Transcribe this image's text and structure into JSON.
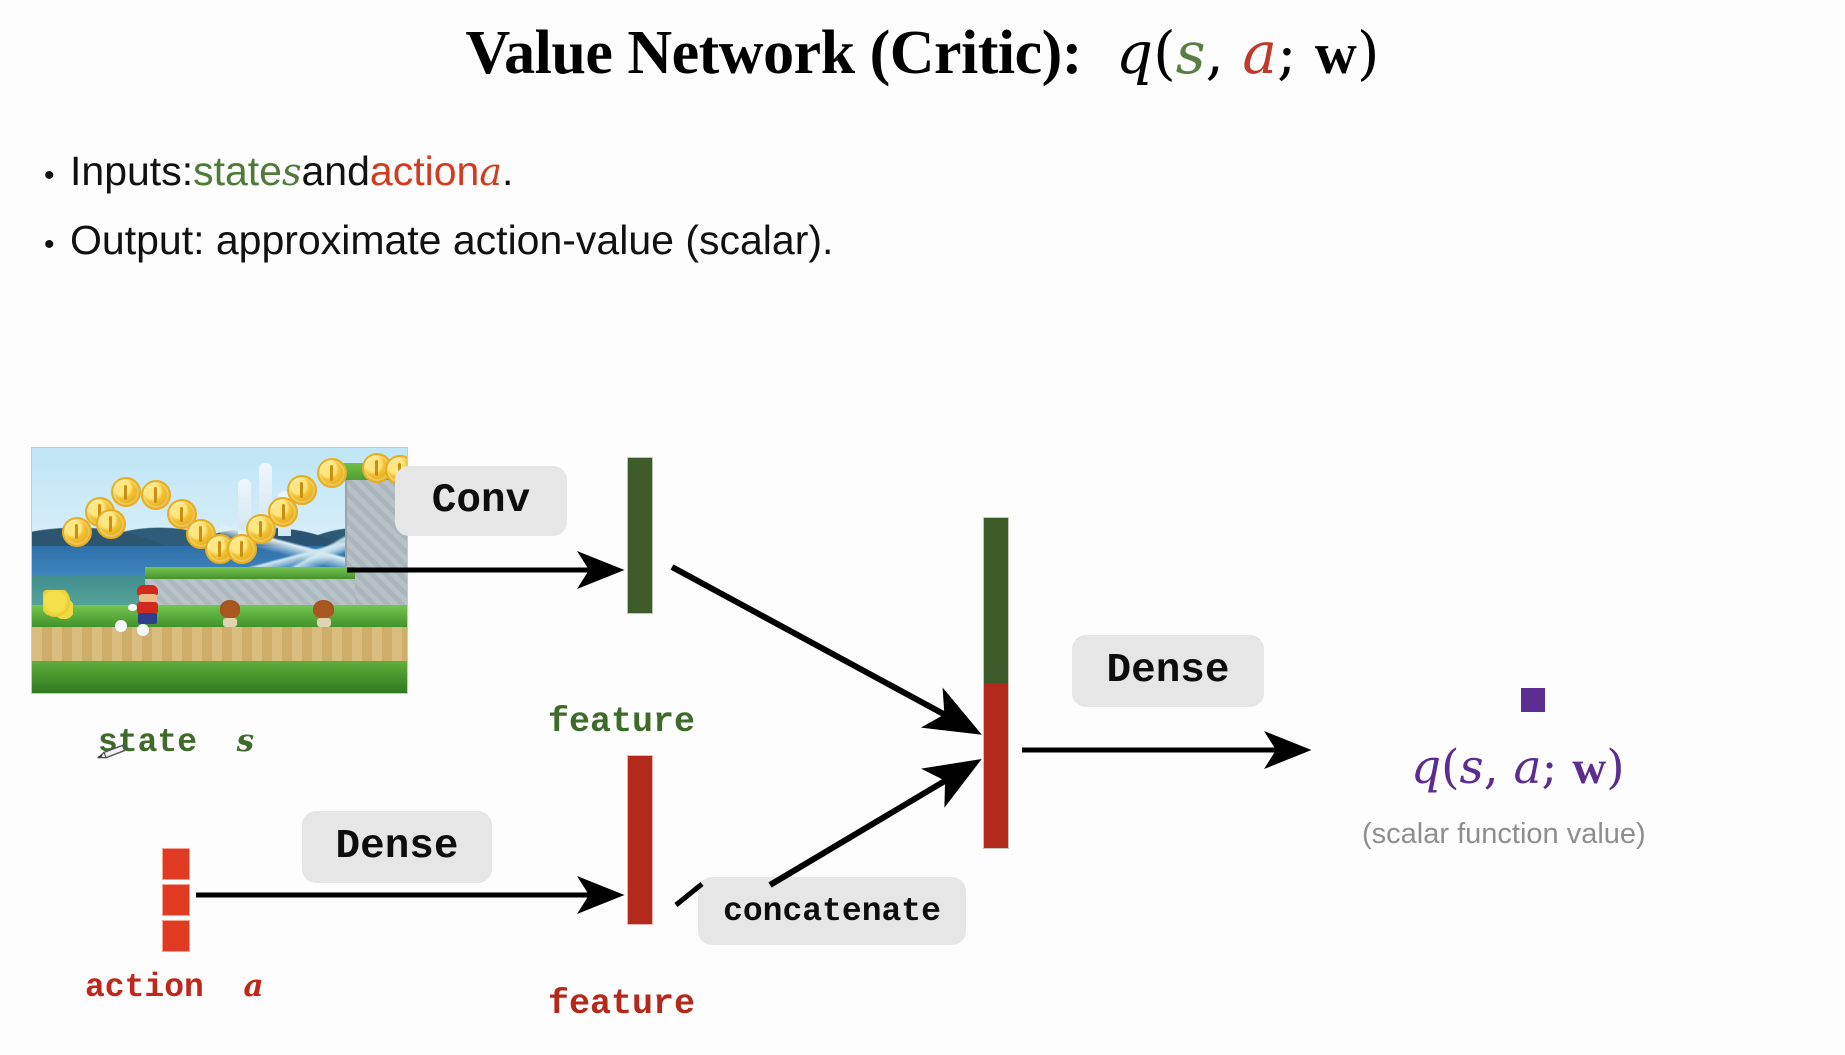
{
  "slide": {
    "title": {
      "main": "Value Network (Critic):",
      "formula": {
        "q": "q",
        "open": "(",
        "s": "s",
        "comma": ",",
        "a": "a",
        "semi": ";",
        "w": "w",
        "close": ")"
      }
    },
    "bullets": [
      {
        "marker": "•",
        "parts": [
          {
            "text": "Inputs: ",
            "color": "#111111"
          },
          {
            "text": "state ",
            "color": "#4f7a3a"
          },
          {
            "text": "s",
            "color": "#4f7a3a",
            "italic": true
          },
          {
            "text": " and ",
            "color": "#111111"
          },
          {
            "text": "action ",
            "color": "#d13c20"
          },
          {
            "text": "a",
            "color": "#d13c20",
            "italic": true
          },
          {
            "text": ".",
            "color": "#111111"
          }
        ],
        "plain": "Inputs: state s and action a."
      },
      {
        "marker": "•",
        "parts": [
          {
            "text": "Output: approximate action-value (scalar).",
            "color": "#111111"
          }
        ],
        "plain": "Output: approximate action-value (scalar)."
      }
    ]
  },
  "diagram": {
    "state_input": {
      "label_word": "state",
      "label_symbol": "s",
      "color": "#3f6b2a",
      "image_alt": "super-mario-game-frame"
    },
    "action_input": {
      "label_word": "action",
      "label_symbol": "a",
      "color": "#c0271a",
      "squares": 3,
      "square_color": "#e03a23"
    },
    "ops": {
      "conv": "Conv",
      "dense_action": "Dense",
      "concatenate": "concatenate",
      "dense_output": "Dense"
    },
    "features": {
      "state_feature_label": "feature",
      "state_feature_color": "#3e5c29",
      "action_feature_label": "feature",
      "action_feature_color": "#b32a1c"
    },
    "concat_bar": {
      "top_color": "#3e5c29",
      "bottom_color": "#b32a1c"
    },
    "output": {
      "square_color": "#5b2d91",
      "formula": {
        "q": "q",
        "open": "(",
        "s": "s",
        "comma": ",",
        "a": "a",
        "semi": ";",
        "w": "w",
        "close": ")"
      },
      "caption": "(scalar function value)",
      "caption_color": "#8e8e8e"
    }
  }
}
